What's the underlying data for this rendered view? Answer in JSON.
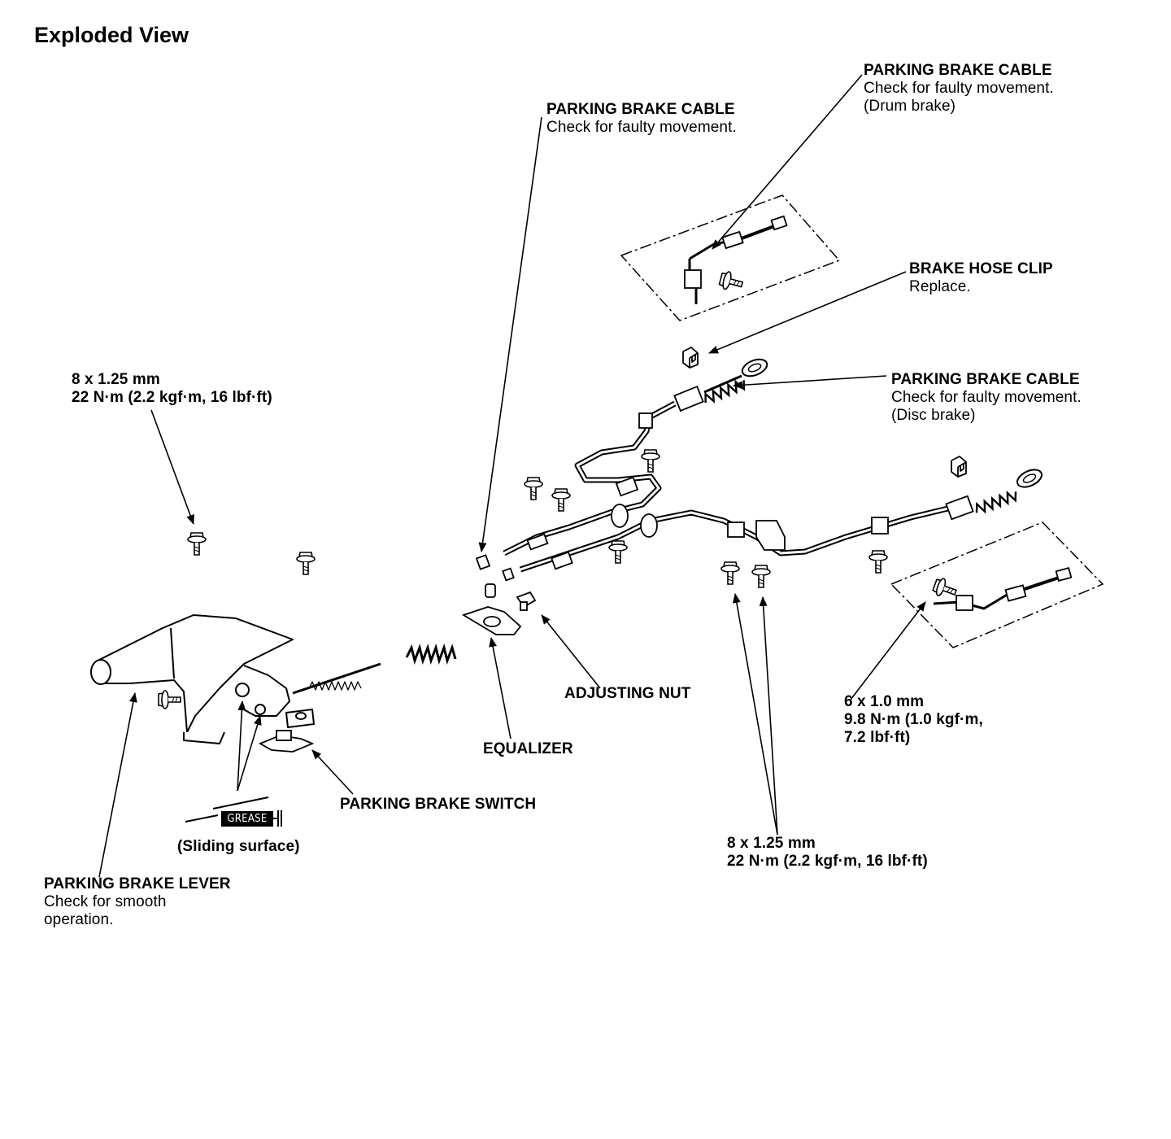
{
  "title": "Exploded View",
  "labels": {
    "cable_center": {
      "title": "PARKING BRAKE CABLE",
      "note": "Check for faulty movement."
    },
    "cable_drum": {
      "title": "PARKING BRAKE CABLE",
      "note1": "Check for faulty movement.",
      "note2": "(Drum brake)"
    },
    "hose_clip": {
      "title": "BRAKE HOSE CLIP",
      "note": "Replace."
    },
    "cable_disc": {
      "title": "PARKING BRAKE CABLE",
      "note1": "Check for faulty movement.",
      "note2": "(Disc brake)"
    },
    "bolt_lever": {
      "size": "8 x 1.25 mm",
      "torque": "22 N·m (2.2 kgf·m, 16 lbf·ft)"
    },
    "bolt_bottom": {
      "size": "8 x 1.25 mm",
      "torque": "22 N·m (2.2 kgf·m, 16 lbf·ft)"
    },
    "bolt_drum": {
      "size": "6 x 1.0 mm",
      "torque1": "9.8 N·m (1.0 kgf·m,",
      "torque2": "7.2 lbf·ft)"
    },
    "adjusting_nut": "ADJUSTING NUT",
    "equalizer": "EQUALIZER",
    "switch": "PARKING BRAKE SWITCH",
    "grease": "GREASE",
    "sliding": "(Sliding surface)",
    "lever": {
      "title": "PARKING BRAKE LEVER",
      "note1": "Check for smooth",
      "note2": "operation."
    }
  }
}
